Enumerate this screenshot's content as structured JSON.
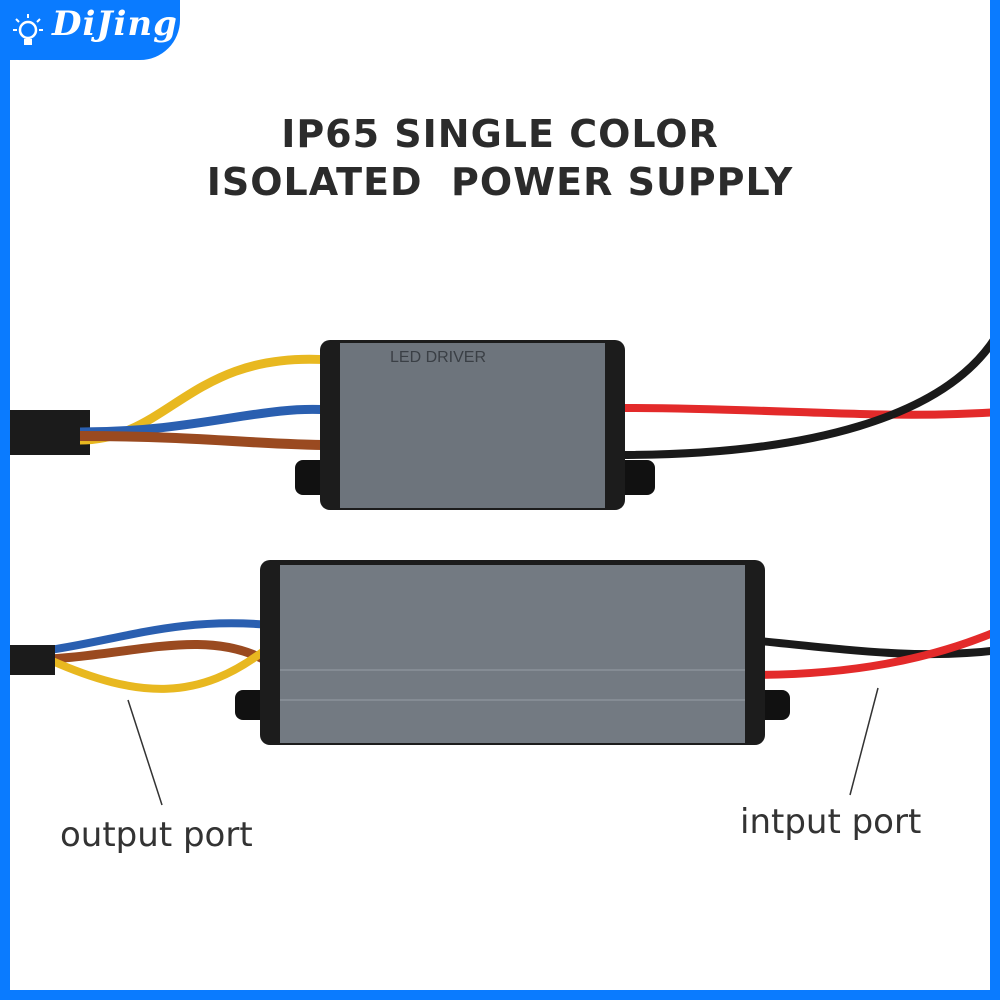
{
  "brand": {
    "name": "DiJing",
    "color": "#0a7bff",
    "icon": "lightbulb-icon"
  },
  "title": {
    "line1": "IP65 SINGLE COLOR",
    "line2": "ISOLATED  POWER SUPPLY"
  },
  "device_top": {
    "label": "LED DRIVER"
  },
  "labels": {
    "output": "output port",
    "input": "intput port"
  }
}
